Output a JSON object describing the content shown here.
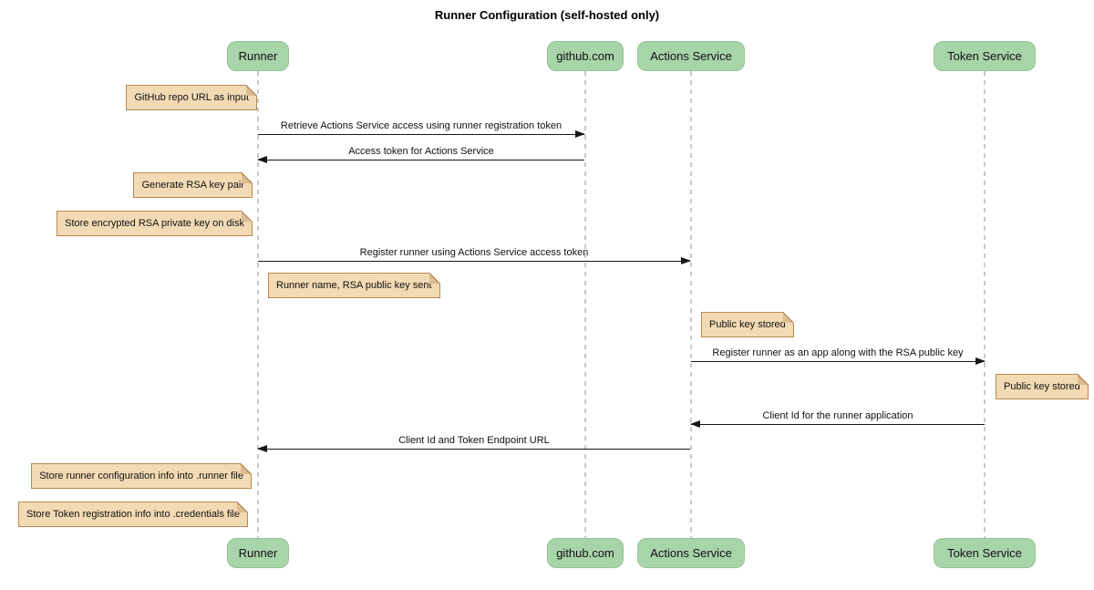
{
  "title": "Runner Configuration (self-hosted only)",
  "participants": [
    {
      "name": "Runner"
    },
    {
      "name": "github.com"
    },
    {
      "name": "Actions Service"
    },
    {
      "name": "Token Service"
    }
  ],
  "messages": [
    {
      "from": "Runner",
      "to": "github.com",
      "direction": "right",
      "label": "Retrieve Actions Service access using runner registration token"
    },
    {
      "from": "github.com",
      "to": "Runner",
      "direction": "left",
      "label": "Access token for Actions Service"
    },
    {
      "from": "Runner",
      "to": "Actions Service",
      "direction": "right",
      "label": "Register runner using Actions Service access token"
    },
    {
      "from": "Actions Service",
      "to": "Token Service",
      "direction": "right",
      "label": "Register runner as an app along with the RSA public key"
    },
    {
      "from": "Token Service",
      "to": "Actions Service",
      "direction": "left",
      "label": "Client Id for the runner application"
    },
    {
      "from": "Actions Service",
      "to": "Runner",
      "direction": "left",
      "label": "Client Id and Token Endpoint URL"
    }
  ],
  "notes": [
    {
      "text": "GitHub repo URL as input",
      "position": "left of Runner"
    },
    {
      "text": "Generate RSA key pair",
      "position": "left of Runner"
    },
    {
      "text": "Store encrypted RSA private key on disk",
      "position": "left of Runner"
    },
    {
      "text": "Runner name, RSA public key sent",
      "position": "right of Runner"
    },
    {
      "text": "Public key stored",
      "position": "right of Actions Service"
    },
    {
      "text": "Public key stored",
      "position": "right of Token Service"
    },
    {
      "text": "Store runner configuration info into .runner file",
      "position": "left of Runner"
    },
    {
      "text": "Store Token registration info into .credentials file",
      "position": "left of Runner"
    }
  ],
  "colors": {
    "background": "#ffffff",
    "participant_fill": "#a8d4aa",
    "participant_border": "#94c596",
    "note_fill": "#f2dab4",
    "note_border": "#b9894f",
    "note_fold": "#dcbd92",
    "lifeline": "#c9c9c9",
    "arrow": "#161616",
    "text": "#000000"
  }
}
